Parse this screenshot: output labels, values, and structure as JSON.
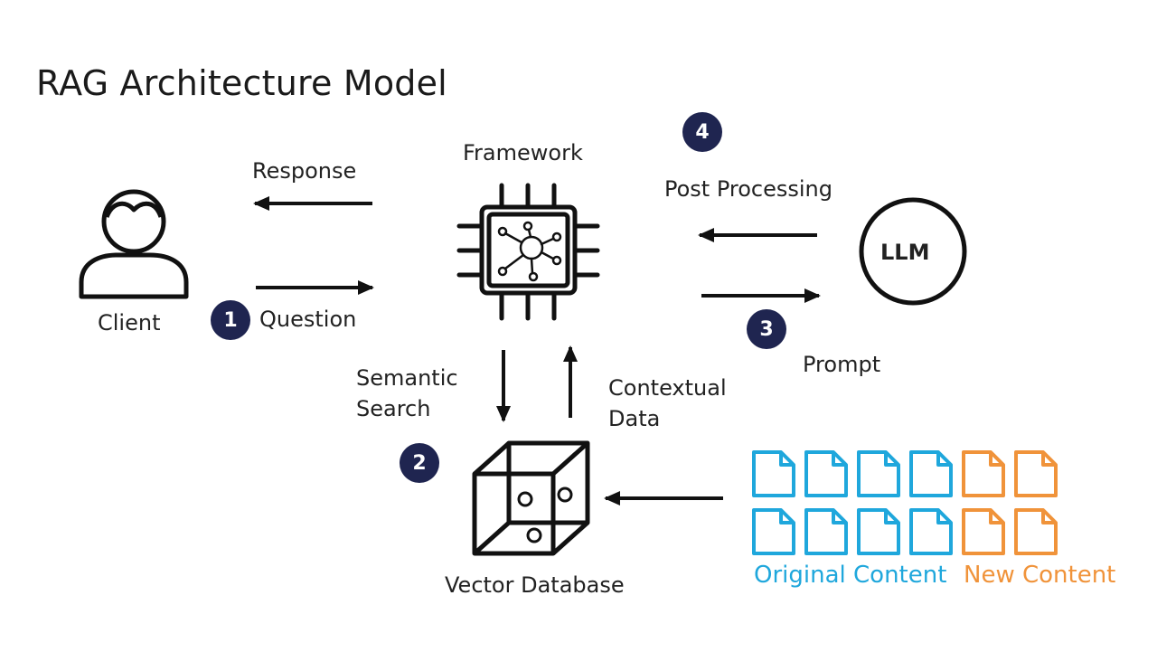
{
  "title": "RAG Architecture Model",
  "nodes": {
    "client": "Client",
    "framework": "Framework",
    "llm": "LLM",
    "vector_db": "Vector Database"
  },
  "edges": {
    "response": "Response",
    "question": "Question",
    "post_processing": "Post Processing",
    "prompt": "Prompt",
    "semantic_search": [
      "Semantic",
      "Search"
    ],
    "contextual_data": [
      "Contextual",
      "Data"
    ]
  },
  "steps": [
    "1",
    "2",
    "3",
    "4"
  ],
  "legend": {
    "original": "Original Content",
    "new": "New Content"
  },
  "colors": {
    "badge": "#1f2550",
    "original": "#1fa7dc",
    "new": "#f0933a",
    "stroke": "#111111"
  },
  "icons": [
    "person-icon",
    "chip-icon",
    "cube-icon",
    "document-icon"
  ]
}
